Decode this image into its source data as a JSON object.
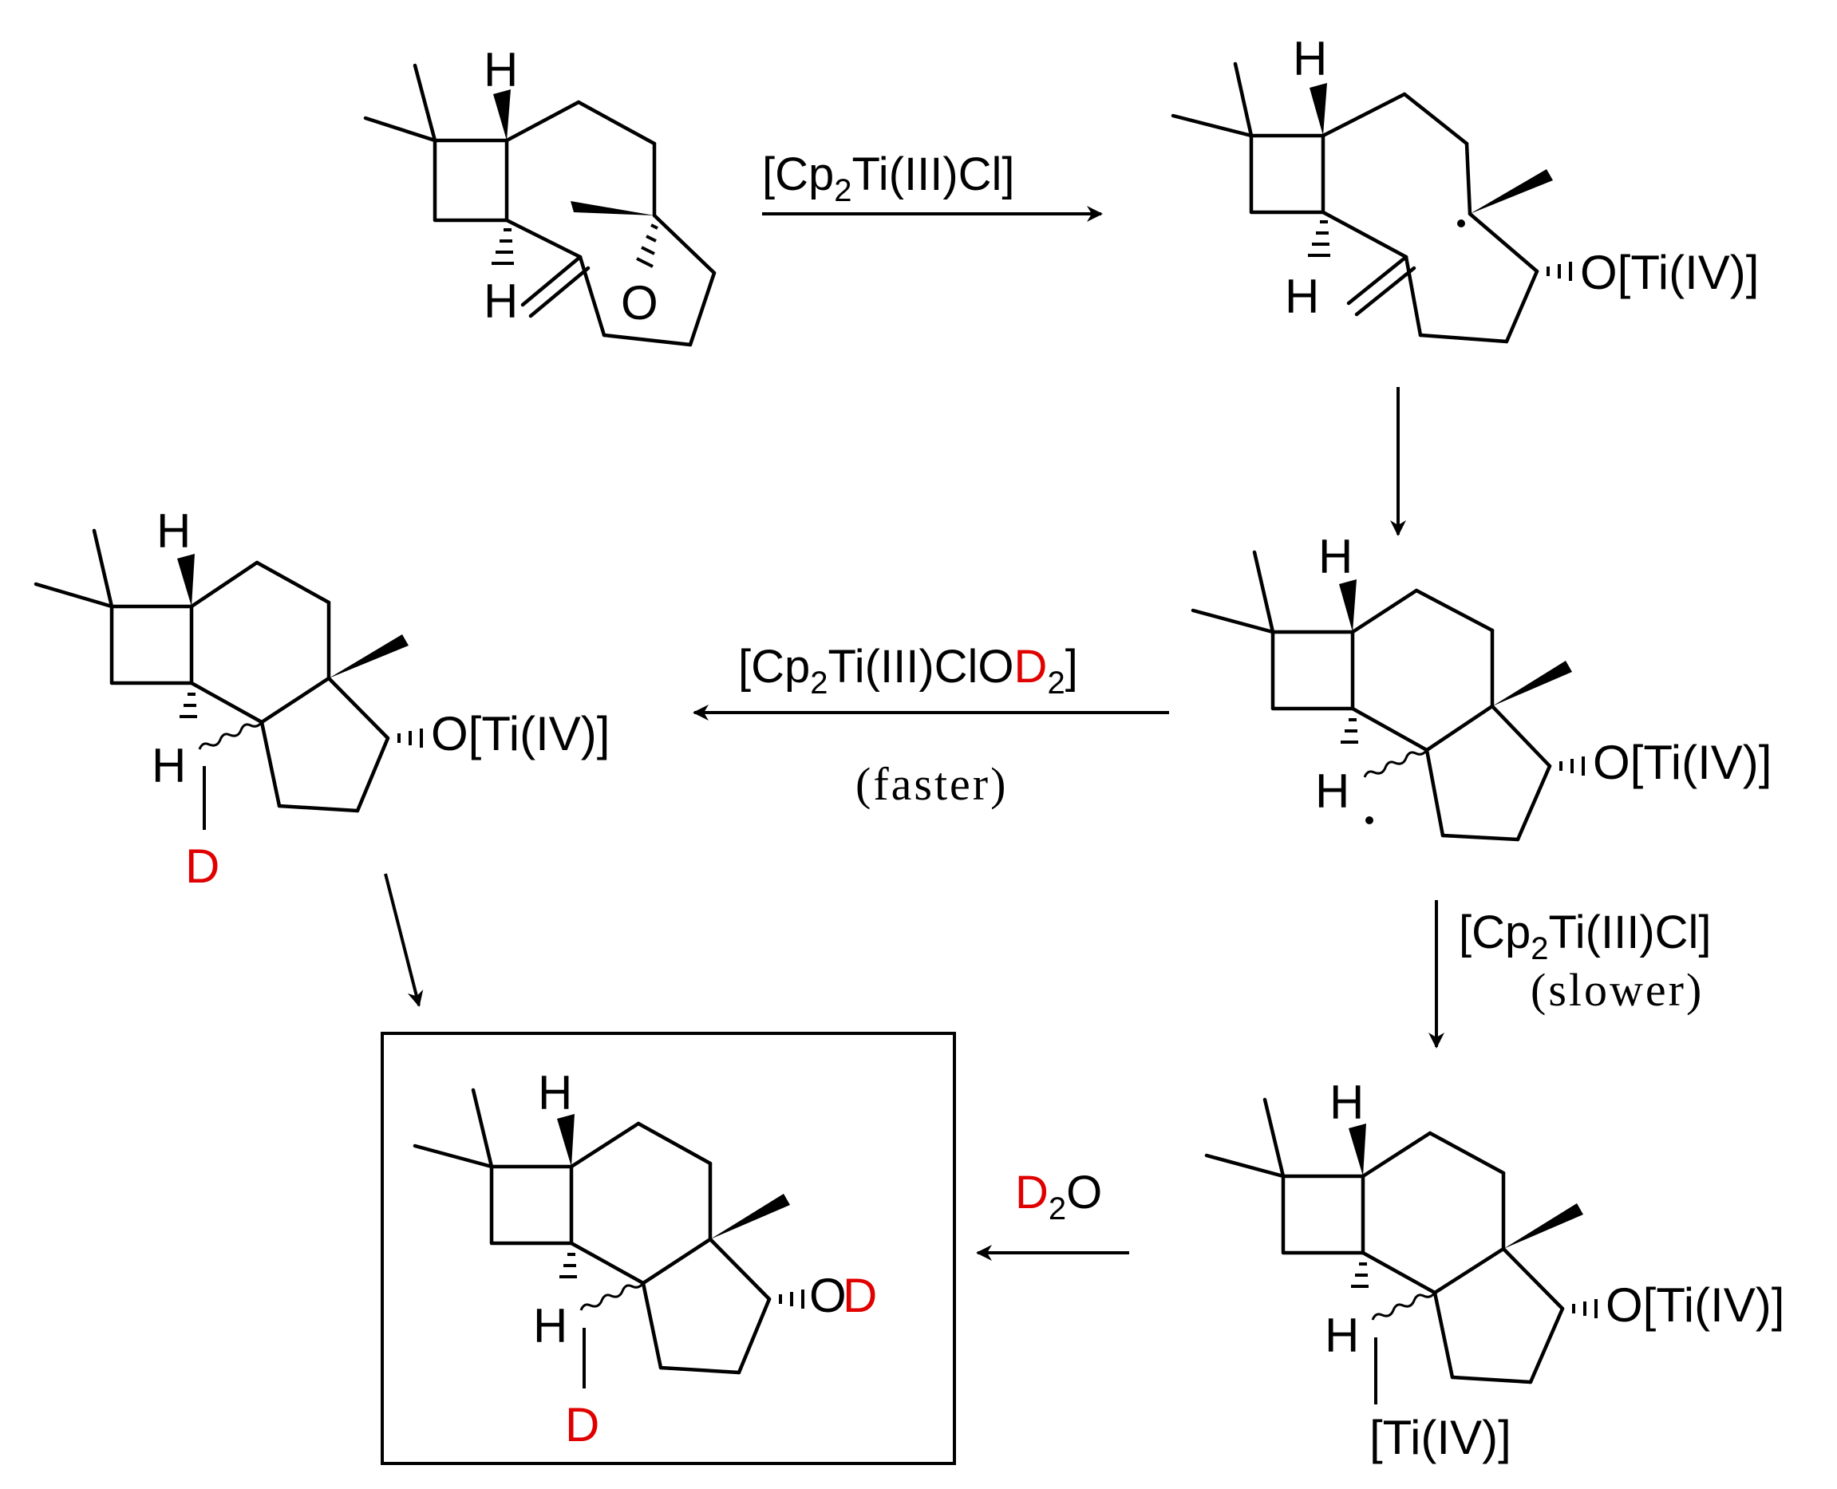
{
  "atoms": {
    "H": "H",
    "O": "O",
    "D": "D",
    "OTi": "O[Ti(IV)]",
    "Ti": "[Ti(IV)]",
    "OD_O": "O",
    "OD_D": "D"
  },
  "reactions": {
    "r1": {
      "main": "[Cp",
      "sub": "2",
      "tail": "Ti(III)Cl]"
    },
    "r3": {
      "main": "[Cp",
      "sub": "2",
      "tail": "Ti(III)ClO",
      "red": "D",
      "sub2": "2",
      "end": "]",
      "note": "(faster)"
    },
    "r4": {
      "main": "[Cp",
      "sub": "2",
      "tail": "Ti(III)Cl]",
      "note": "(slower)"
    },
    "r5": {
      "red": "D",
      "sub": "2",
      "tail": "O"
    }
  },
  "colors": {
    "deuterium": "#e00000",
    "ink": "#000000"
  },
  "highlight": "boxed final product"
}
